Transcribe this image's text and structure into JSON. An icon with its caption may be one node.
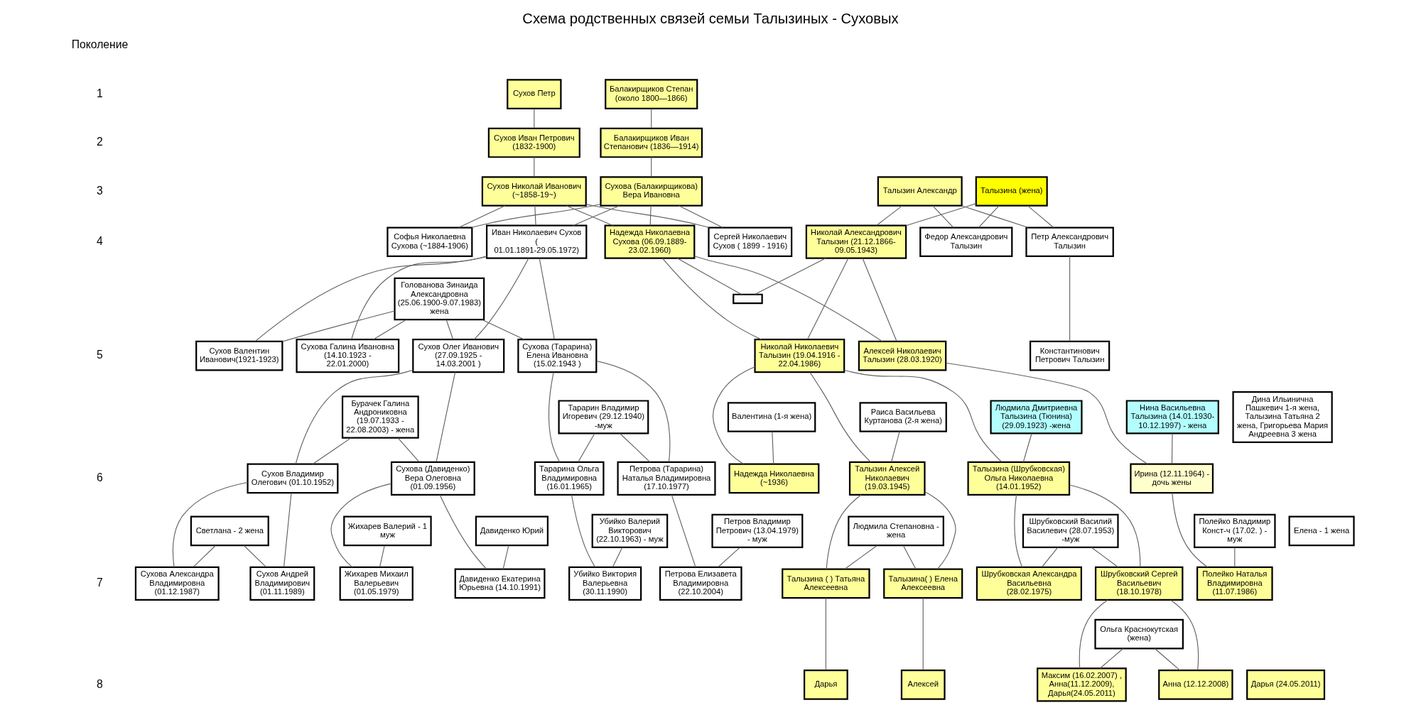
{
  "diagram": {
    "title": "Схема родственных связей семьи Талызиных - Суховых",
    "nodes": [
      {
        "text": [
          "Сухов Петр"
        ]
      },
      {
        "text": [
          "Сухов Иван Петрович (1832-1900)"
        ]
      },
      {
        "text": [
          "Сухов Николай Иванович (~1858-19~)"
        ]
      },
      {
        "text": [
          "Балакирщиков Степан (около 1800—1866)"
        ]
      },
      {
        "text": [
          "Балакирщиков Иван Степанович (1836—1914)"
        ]
      },
      {
        "text": [
          "Сухова (Балакирщикова) Вера Ивановна"
        ]
      },
      {
        "text": [
          "Талызин Александр"
        ]
      },
      {
        "text": [
          "Талызина (жена)"
        ]
      },
      {
        "text": [
          "Софья Николаевна Сухова (~1884-1906)"
        ]
      },
      {
        "text": [
          "Иван Николаевич Сухов ( 01.01.1891-29.05.1972)"
        ]
      },
      {
        "text": [
          "Надежда Николаевна Сухова (06.09.1889-23.02.1960)"
        ]
      },
      {
        "text": [
          "Сергей Николаевич Сухов ( 1899 - 1916)"
        ]
      },
      {
        "text": [
          "Николай Александрович Талызин (21.12.1866-09.05.1943)"
        ]
      },
      {
        "text": [
          "Федор Александрович Талызин"
        ]
      },
      {
        "text": [
          "Петр Александрович Талызин"
        ]
      },
      {
        "text": [
          "Голованова Зинаида Александровна (25.06.1900-9.07.1983) жена"
        ]
      },
      {
        "text": [],
        "shape": "box"
      },
      {
        "text": [
          "Сухов Валентин Иванович(1921-1923)"
        ]
      },
      {
        "text": [
          "Сухова Галина Ивановна (14.10.1923 - 22.01.2000)"
        ]
      },
      {
        "text": [
          "Сухов Олег Иванович (27.09.1925 - 14.03.2001 )"
        ]
      },
      {
        "text": [
          "Сухова (Тарарина) Елена Ивановна (15.02.1943 )"
        ]
      },
      {
        "text": [
          "Николай Николаевич Талызин (19.04.1916 - 22.04.1986)"
        ]
      },
      {
        "text": [
          "Алексей Николаевич Талызин (28.03.1920)"
        ]
      },
      {
        "text": [
          "Константинович Петрович Талызин"
        ]
      },
      {
        "text": [
          "Бурачек Галина Андрониковна (19.07.1933 - 22.08.2003) - жена"
        ]
      },
      {
        "text": [
          "Тарарин Владимир Игоревич (29.12.1940) -муж"
        ]
      },
      {
        "text": [
          "Валентина (1-я жена)"
        ]
      },
      {
        "text": [
          "Раиса Васильева Куртанова (2-я жена)"
        ]
      },
      {
        "text": [
          "Людмила Дмитриевна Талызина (Тюнина) (29.09.1923) -жена"
        ]
      },
      {
        "text": [
          "Дина Ильинична Пашкевич 1-я жена, Талызина Татьяна 2 жена, Григорьева Мария Андреевна 3 жена"
        ]
      },
      {
        "text": [
          "Нина Васильевна Талызина (14.01.1930-10.12.1997) - жена"
        ]
      },
      {
        "text": [
          "Сухов Владимир Олегович (01.10.1952)"
        ]
      },
      {
        "text": [
          "Сухова (Давиденко) Вера Олеговна (01.09.1956)"
        ]
      },
      {
        "text": [
          "Елена - 1 жена"
        ]
      },
      {
        "text": [
          "Светлана - 2 жена"
        ]
      },
      {
        "text": [
          "Жихарев Валерий - 1 муж"
        ]
      },
      {
        "text": [
          "Давиденко Юрий"
        ]
      },
      {
        "text": [
          "Тарарина Ольга Владимировна (16.01.1965)"
        ]
      },
      {
        "text": [
          "Петрова (Тарарина) Наталья Владимировна (17.10.1977)"
        ]
      },
      {
        "text": [
          "Убийко Валерий Викторович (22.10.1963) - муж"
        ]
      },
      {
        "text": [
          "Петров Владимир Петрович (13.04.1979) - муж"
        ]
      },
      {
        "text": [
          "Надежда Николаевна (~1936)"
        ]
      },
      {
        "text": [
          "Талызин Алексей Николаевич (19.03.1945)"
        ]
      },
      {
        "text": [
          "Талызина (Шрубковская) Ольга Николаевна (14.01.1952)"
        ]
      },
      {
        "text": [
          "Ирина (12.11.1964) - дочь жены"
        ]
      },
      {
        "text": [
          "Людмила Степановна - жена"
        ]
      },
      {
        "text": [
          "Шрубковский Василий Василевич (28.07.1953) -муж"
        ]
      },
      {
        "text": [
          "Полейко Владимир Конст-ч (17.02. ) - муж"
        ]
      },
      {
        "text": [
          "Сухова Александра Владимировна (01.12.1987)"
        ]
      },
      {
        "text": [
          "Сухов Андрей Владимирович (01.11.1989)"
        ]
      },
      {
        "text": [
          "Жихарев Михаил Валерьевич (01.05.1979)"
        ]
      },
      {
        "text": [
          "Давиденко Екатерина Юрьевна (14.10.1991)"
        ]
      },
      {
        "text": [
          "Убийко Виктория Валерьевна (30.11.1990)"
        ]
      },
      {
        "text": [
          "Петрова Елизавета Владимировна (22.10.2004)"
        ]
      },
      {
        "text": [
          "Талызина ( ) Татьяна Алексеевна"
        ]
      },
      {
        "text": [
          "Талызина( ) Елена Алексеевна"
        ]
      },
      {
        "text": [
          "Шрубковская Александра Васильевна (28.02.1975)"
        ]
      },
      {
        "text": [
          "Шрубковский Сергей Васильевич (18.10.1978)"
        ]
      },
      {
        "text": [
          "Полейко Наталья Владимировна (11.07.1986)"
        ]
      },
      {
        "text": [
          "Ольга Краснокутская (жена)"
        ]
      },
      {
        "text": [
          "Дарья"
        ]
      },
      {
        "text": [
          "Алексей"
        ]
      },
      {
        "text": [
          "Максим (16.02.2007) , Анна(11.12.2009), Дарья(24.05.2011)"
        ]
      },
      {
        "text": [
          "Анна (12.12.2008)"
        ]
      },
      {
        "text": [
          "Дарья (24.05.2011)"
        ]
      }
    ],
    "edges": [
      {
        "from": 0,
        "to": 1,
        "arrow": "none"
      },
      {
        "from": 1,
        "to": 2,
        "arrow": "none"
      },
      {
        "from": 3,
        "to": 4,
        "arrow": "none"
      },
      {
        "from": 4,
        "to": 5,
        "arrow": "none"
      },
      {
        "from": 2,
        "to": 8,
        "arrow": "none"
      },
      {
        "from": 2,
        "to": 9,
        "arrow": "none"
      },
      {
        "from": 2,
        "to": 10,
        "arrow": "none"
      },
      {
        "from": 2,
        "to": 11,
        "arrow": "none"
      },
      {
        "from": 5,
        "to": 8,
        "arrow": "none"
      },
      {
        "from": 5,
        "to": 9,
        "arrow": "none"
      },
      {
        "from": 5,
        "to": 10,
        "arrow": "none"
      },
      {
        "from": 5,
        "to": 11,
        "arrow": "none"
      },
      {
        "from": 6,
        "to": 12,
        "arrow": "none"
      },
      {
        "from": 6,
        "to": 13,
        "arrow": "none"
      },
      {
        "from": 6,
        "to": 14,
        "arrow": "none"
      },
      {
        "from": 7,
        "to": 12,
        "arrow": "none"
      },
      {
        "from": 7,
        "to": 13,
        "arrow": "none"
      },
      {
        "from": 7,
        "to": 14,
        "arrow": "none"
      },
      {
        "from": 9,
        "to": 17,
        "arrow": "none"
      },
      {
        "from": 9,
        "to": 18,
        "arrow": "none"
      },
      {
        "from": 9,
        "to": 19,
        "arrow": "none"
      },
      {
        "from": 9,
        "to": 20,
        "arrow": "none"
      },
      {
        "from": 15,
        "to": 17,
        "arrow": "none"
      },
      {
        "from": 15,
        "to": 18,
        "arrow": "none"
      },
      {
        "from": 15,
        "to": 19,
        "arrow": "none"
      },
      {
        "from": 15,
        "to": 20,
        "arrow": "none"
      },
      {
        "from": 10,
        "to": 16,
        "arrow": "none"
      },
      {
        "from": 16,
        "to": 12,
        "arrow": "none"
      },
      {
        "from": 10,
        "to": 21,
        "arrow": "none"
      },
      {
        "from": 10,
        "to": 22,
        "arrow": "none"
      },
      {
        "from": 12,
        "to": 21,
        "arrow": "none"
      },
      {
        "from": 12,
        "to": 22,
        "arrow": "none"
      },
      {
        "from": 14,
        "to": 23,
        "arrow": "none"
      },
      {
        "from": 19,
        "to": 31,
        "arrow": "none"
      },
      {
        "from": 19,
        "to": 32,
        "arrow": "none"
      },
      {
        "from": 24,
        "to": 31,
        "arrow": "none"
      },
      {
        "from": 24,
        "to": 32,
        "arrow": "none"
      },
      {
        "from": 20,
        "to": 37,
        "arrow": "none"
      },
      {
        "from": 20,
        "to": 38,
        "arrow": "none"
      },
      {
        "from": 25,
        "to": 37,
        "arrow": "none"
      },
      {
        "from": 25,
        "to": 38,
        "arrow": "none"
      },
      {
        "from": 21,
        "to": 41,
        "arrow": "none"
      },
      {
        "from": 26,
        "to": 41,
        "arrow": "none"
      },
      {
        "from": 21,
        "to": 42,
        "arrow": "none"
      },
      {
        "from": 27,
        "to": 42,
        "arrow": "none"
      },
      {
        "from": 21,
        "to": 43,
        "arrow": "none"
      },
      {
        "from": 28,
        "to": 43,
        "arrow": "none"
      },
      {
        "from": 22,
        "to": 44,
        "arrow": "none"
      },
      {
        "from": 30,
        "to": 44,
        "arrow": "none"
      },
      {
        "from": 31,
        "to": 48,
        "arrow": "none"
      },
      {
        "from": 31,
        "to": 49,
        "arrow": "none"
      },
      {
        "from": 34,
        "to": 48,
        "arrow": "none"
      },
      {
        "from": 34,
        "to": 49,
        "arrow": "none"
      },
      {
        "from": 32,
        "to": 50,
        "arrow": "none"
      },
      {
        "from": 35,
        "to": 50,
        "arrow": "none"
      },
      {
        "from": 32,
        "to": 51,
        "arrow": "none"
      },
      {
        "from": 36,
        "to": 51,
        "arrow": "none"
      },
      {
        "from": 37,
        "to": 52,
        "arrow": "none"
      },
      {
        "from": 39,
        "to": 52,
        "arrow": "none"
      },
      {
        "from": 38,
        "to": 53,
        "arrow": "none"
      },
      {
        "from": 40,
        "to": 53,
        "arrow": "none"
      },
      {
        "from": 42,
        "to": 54,
        "arrow": "none"
      },
      {
        "from": 42,
        "to": 55,
        "arrow": "none"
      },
      {
        "from": 45,
        "to": 54,
        "arrow": "none"
      },
      {
        "from": 45,
        "to": 55,
        "arrow": "none"
      },
      {
        "from": 54,
        "to": 60,
        "arrow": "none"
      },
      {
        "from": 55,
        "to": 61,
        "arrow": "none"
      },
      {
        "from": 43,
        "to": 56,
        "arrow": "none"
      },
      {
        "from": 43,
        "to": 57,
        "arrow": "none"
      },
      {
        "from": 46,
        "to": 56,
        "arrow": "none"
      },
      {
        "from": 46,
        "to": 57,
        "arrow": "none"
      },
      {
        "from": 57,
        "to": 62,
        "arrow": "none"
      },
      {
        "from": 57,
        "to": 63,
        "arrow": "none"
      },
      {
        "from": 59,
        "to": 62,
        "arrow": "none"
      },
      {
        "from": 59,
        "to": 63,
        "arrow": "none"
      },
      {
        "from": 44,
        "to": 58,
        "arrow": "none"
      },
      {
        "from": 47,
        "to": 58,
        "arrow": "none"
      }
    ],
    "labels": [
      "Поколение",
      "1",
      "2",
      "3",
      "4",
      "5",
      "6",
      "7",
      "8"
    ]
  }
}
